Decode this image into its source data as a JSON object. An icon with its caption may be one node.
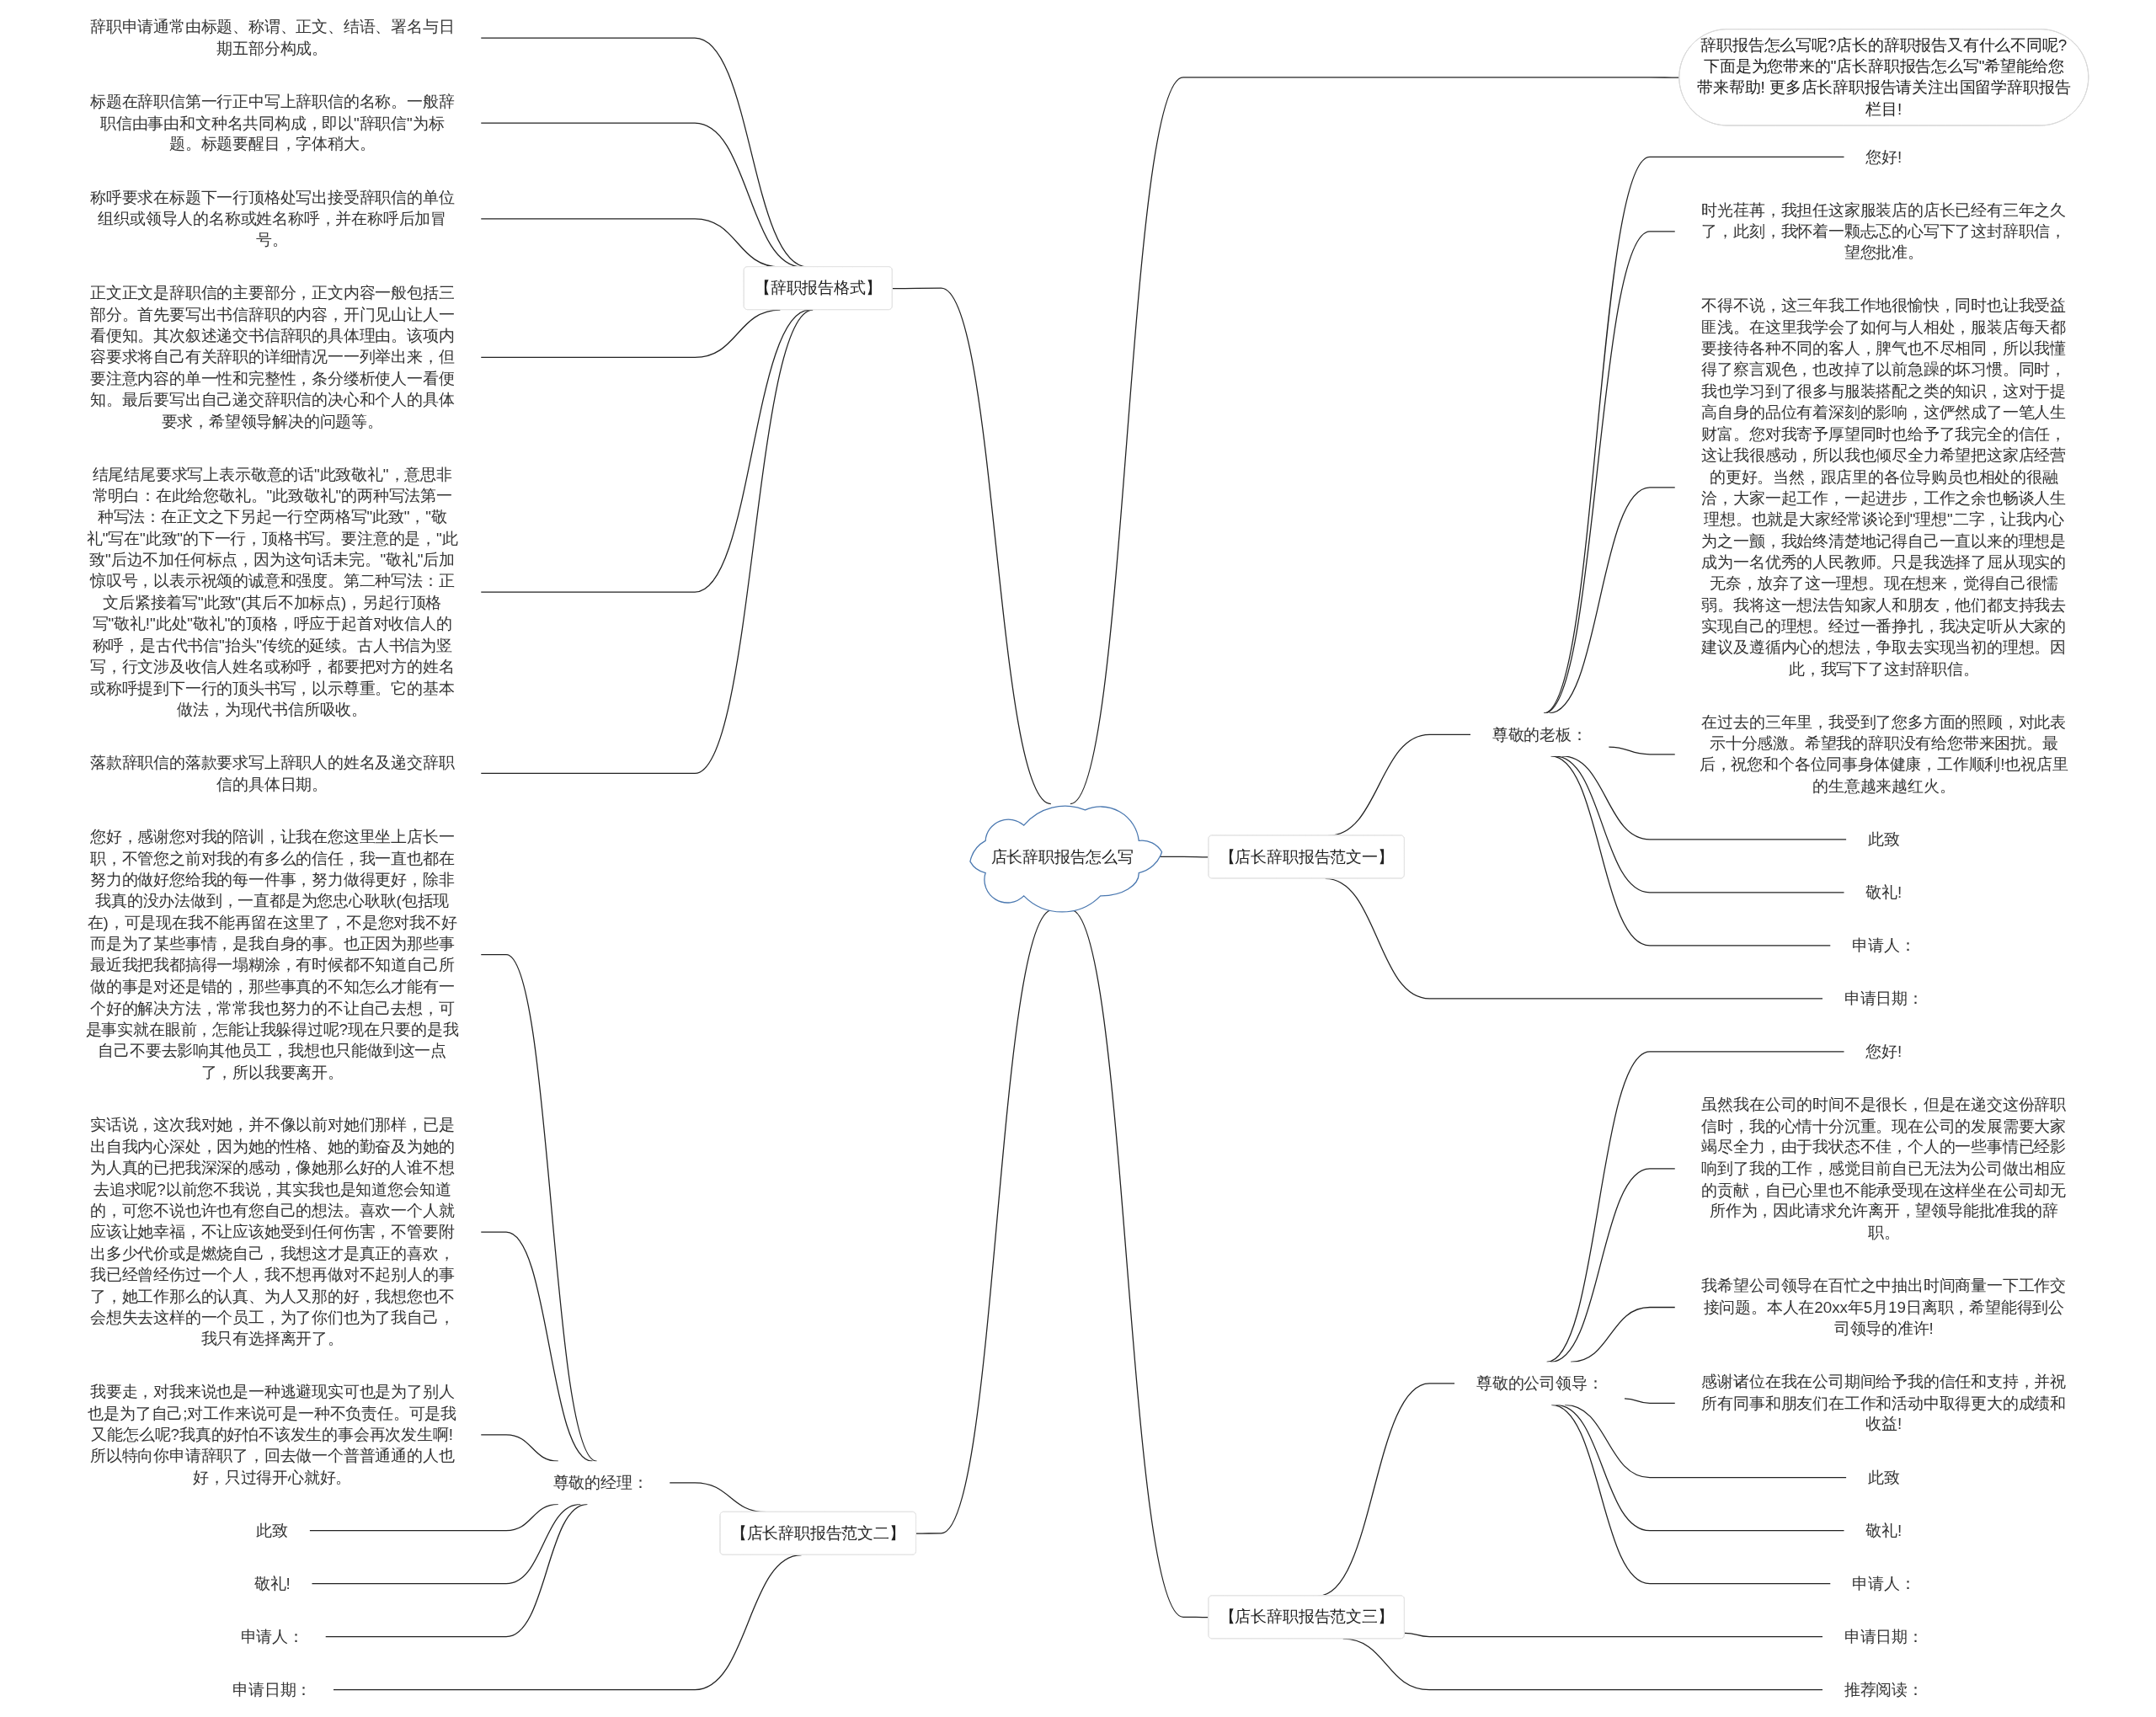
{
  "diagram": {
    "nodes": [
      {
        "text": [
          "店长辞职报告怎么写"
        ]
      },
      {
        "text": [
          "辞职报告怎么写呢?店长的辞职报告又有什么不同呢?下面是为您带来的\"店长辞职报告怎么写\"希望能给您带来帮助! 更多店长辞职报告请关注出国留学辞职报告栏目!"
        ]
      },
      {
        "text": [
          "【辞职报告格式】"
        ]
      },
      {
        "text": [
          "辞职申请通常由标题、称谓、正文、结语、署名与日期五部分构成。"
        ]
      },
      {
        "text": [
          "标题在辞职信第一行正中写上辞职信的名称。一般辞职信由事由和文种名共同构成，即以\"辞职信\"为标题。标题要醒目，字体稍大。"
        ]
      },
      {
        "text": [
          "称呼要求在标题下一行顶格处写出接受辞职信的单位组织或领导人的名称或姓名称呼，并在称呼后加冒号。"
        ]
      },
      {
        "text": [
          "正文正文是辞职信的主要部分，正文内容一般包括三部分。首先要写出书信辞职的内容，开门见山让人一看便知。其次叙述递交书信辞职的具体理由。该项内容要求将自己有关辞职的详细情况一一列举出来，但要注意内容的单一性和完整性，条分缕析使人一看便知。最后要写出自己递交辞职信的决心和个人的具体要求，希望领导解决的问题等。"
        ]
      },
      {
        "text": [
          "结尾结尾要求写上表示敬意的话\"此致敬礼\"，意思非常明白：在此给您敬礼。\"此致敬礼\"的两种写法第一种写法：在正文之下另起一行空两格写\"此致\"，\"敬礼\"写在\"此致\"的下一行，顶格书写。要注意的是，\"此致\"后边不加任何标点，因为这句话未完。\"敬礼\"后加惊叹号，以表示祝颂的诚意和强度。第二种写法：正文后紧接着写\"此致\"(其后不加标点)，另起行顶格写\"敬礼!\"此处\"敬礼\"的顶格，呼应于起首对收信人的称呼，是古代书信\"抬头\"传统的延续。古人书信为竖写，行文涉及收信人姓名或称呼，都要把对方的姓名或称呼提到下一行的顶头书写，以示尊重。它的基本做法，为现代书信所吸收。"
        ]
      },
      {
        "text": [
          "落款辞职信的落款要求写上辞职人的姓名及递交辞职信的具体日期。"
        ]
      },
      {
        "text": [
          "【店长辞职报告范文一】"
        ]
      },
      {
        "text": [
          "尊敬的老板："
        ]
      },
      {
        "text": [
          "您好!"
        ]
      },
      {
        "text": [
          "时光荏苒，我担任这家服装店的店长已经有三年之久了，此刻，我怀着一颗忐忑的心写下了这封辞职信，望您批准。"
        ]
      },
      {
        "text": [
          "不得不说，这三年我工作地很愉快，同时也让我受益匪浅。在这里我学会了如何与人相处，服装店每天都要接待各种不同的客人，脾气也不尽相同，所以我懂得了察言观色，也改掉了以前急躁的坏习惯。同时，我也学习到了很多与服装搭配之类的知识，这对于提高自身的品位有着深刻的影响，这俨然成了一笔人生财富。您对我寄予厚望同时也给予了我完全的信任，这让我很感动，所以我也倾尽全力希望把这家店经营的更好。当然，跟店里的各位导购员也相处的很融洽，大家一起工作，一起进步，工作之余也畅谈人生理想。也就是大家经常谈论到\"理想\"二字，让我内心为之一颤，我始终清楚地记得自己一直以来的理想是成为一名优秀的人民教师。只是我选择了屈从现实的无奈，放弃了这一理想。现在想来，觉得自己很懦弱。我将这一想法告知家人和朋友，他们都支持我去实现自己的理想。经过一番挣扎，我决定听从大家的建议及遵循内心的想法，争取去实现当初的理想。因此，我写下了这封辞职信。"
        ]
      },
      {
        "text": [
          "在过去的三年里，我受到了您多方面的照顾，对此表示十分感激。希望我的辞职没有给您带来困扰。最后，祝您和个各位同事身体健康，工作顺利!也祝店里的生意越来越红火。"
        ]
      },
      {
        "text": [
          "此致"
        ]
      },
      {
        "text": [
          "敬礼!"
        ]
      },
      {
        "text": [
          "申请人："
        ]
      },
      {
        "text": [
          "申请日期："
        ]
      },
      {
        "text": [
          "【店长辞职报告范文二】"
        ]
      },
      {
        "text": [
          "尊敬的经理："
        ]
      },
      {
        "text": [
          "您好，感谢您对我的陪训，让我在您这里坐上店长一职，不管您之前对我的有多么的信任，我一直也都在努力的做好您给我的每一件事，努力做得更好，除非我真的没办法做到，一直都是为您忠心耿耿(包括现在)，可是现在我不能再留在这里了，不是您对我不好而是为了某些事情，是我自身的事。也正因为那些事最近我把我都搞得一塌糊涂，有时候都不知道自己所做的事是对还是错的，那些事真的不知怎么才能有一个好的解决方法，常常我也努力的不让自己去想，可是事实就在眼前，怎能让我躲得过呢?现在只要的是我自己不要去影响其他员工，我想也只能做到这一点了，所以我要离开。"
        ]
      },
      {
        "text": [
          "实话说，这次我对她，并不像以前对她们那样，已是出自我内心深处，因为她的性格、她的勤奋及为她的为人真的已把我深深的感动，像她那么好的人谁不想去追求呢?以前您不我说，其实我也是知道您会知道的，可您不说也许也有您自己的想法。喜欢一个人就应该让她幸福，不让应该她受到任何伤害，不管要附出多少代价或是燃烧自己，我想这才是真正的喜欢，我已经曾经伤过一个人，我不想再做对不起别人的事了，她工作那么的认真、为人又那的好，我想您也不会想失去这样的一个员工，为了你们也为了我自己，我只有选择离开了。"
        ]
      },
      {
        "text": [
          "我要走，对我来说也是一种逃避现实可也是为了别人也是为了自己;对工作来说可是一种不负责任。可是我又能怎么呢?我真的好怕不该发生的事会再次发生啊!所以特向你申请辞职了，回去做一个普普通通的人也好，只过得开心就好。"
        ]
      },
      {
        "text": [
          "此致"
        ]
      },
      {
        "text": [
          "敬礼!"
        ]
      },
      {
        "text": [
          "申请人："
        ]
      },
      {
        "text": [
          "申请日期："
        ]
      },
      {
        "text": [
          "【店长辞职报告范文三】"
        ]
      },
      {
        "text": [
          "尊敬的公司领导："
        ]
      },
      {
        "text": [
          "您好!"
        ]
      },
      {
        "text": [
          "虽然我在公司的时间不是很长，但是在递交这份辞职信时，我的心情十分沉重。现在公司的发展需要大家竭尽全力，由于我状态不佳，个人的一些事情已经影响到了我的工作，感觉目前自已无法为公司做出相应的贡献，自已心里也不能承受现在这样坐在公司却无所作为，因此请求允许离开，望领导能批准我的辞职。"
        ]
      },
      {
        "text": [
          "我希望公司领导在百忙之中抽出时间商量一下工作交接问题。本人在20xx年5月19日离职，希望能得到公司领导的准许!"
        ]
      },
      {
        "text": [
          "感谢诸位在我在公司期间给予我的信任和支持，并祝所有同事和朋友们在工作和活动中取得更大的成绩和收益!"
        ]
      },
      {
        "text": [
          "此致"
        ]
      },
      {
        "text": [
          "敬礼!"
        ]
      },
      {
        "text": [
          "申请人："
        ]
      },
      {
        "text": [
          "申请日期："
        ]
      },
      {
        "text": [
          "推荐阅读："
        ]
      }
    ],
    "edges": [
      {
        "from": 0,
        "to": 1,
        "arrow": "none"
      },
      {
        "from": 0,
        "to": 2,
        "arrow": "none"
      },
      {
        "from": 2,
        "to": 3,
        "arrow": "none"
      },
      {
        "from": 2,
        "to": 4,
        "arrow": "none"
      },
      {
        "from": 2,
        "to": 5,
        "arrow": "none"
      },
      {
        "from": 2,
        "to": 6,
        "arrow": "none"
      },
      {
        "from": 2,
        "to": 7,
        "arrow": "none"
      },
      {
        "from": 2,
        "to": 8,
        "arrow": "none"
      },
      {
        "from": 0,
        "to": 9,
        "arrow": "none"
      },
      {
        "from": 9,
        "to": 10,
        "arrow": "none"
      },
      {
        "from": 10,
        "to": 11,
        "arrow": "none"
      },
      {
        "from": 10,
        "to": 12,
        "arrow": "none"
      },
      {
        "from": 10,
        "to": 13,
        "arrow": "none"
      },
      {
        "from": 10,
        "to": 14,
        "arrow": "none"
      },
      {
        "from": 10,
        "to": 15,
        "arrow": "none"
      },
      {
        "from": 10,
        "to": 16,
        "arrow": "none"
      },
      {
        "from": 10,
        "to": 17,
        "arrow": "none"
      },
      {
        "from": 9,
        "to": 18,
        "arrow": "none"
      },
      {
        "from": 0,
        "to": 19,
        "arrow": "none"
      },
      {
        "from": 19,
        "to": 20,
        "arrow": "none"
      },
      {
        "from": 20,
        "to": 21,
        "arrow": "none"
      },
      {
        "from": 20,
        "to": 22,
        "arrow": "none"
      },
      {
        "from": 20,
        "to": 23,
        "arrow": "none"
      },
      {
        "from": 20,
        "to": 24,
        "arrow": "none"
      },
      {
        "from": 20,
        "to": 25,
        "arrow": "none"
      },
      {
        "from": 20,
        "to": 26,
        "arrow": "none"
      },
      {
        "from": 19,
        "to": 27,
        "arrow": "none"
      },
      {
        "from": 0,
        "to": 28,
        "arrow": "none"
      },
      {
        "from": 28,
        "to": 29,
        "arrow": "none"
      },
      {
        "from": 29,
        "to": 30,
        "arrow": "none"
      },
      {
        "from": 29,
        "to": 31,
        "arrow": "none"
      },
      {
        "from": 29,
        "to": 32,
        "arrow": "none"
      },
      {
        "from": 29,
        "to": 33,
        "arrow": "none"
      },
      {
        "from": 29,
        "to": 34,
        "arrow": "none"
      },
      {
        "from": 29,
        "to": 35,
        "arrow": "none"
      },
      {
        "from": 29,
        "to": 36,
        "arrow": "none"
      },
      {
        "from": 28,
        "to": 37,
        "arrow": "none"
      },
      {
        "from": 28,
        "to": 38,
        "arrow": "none"
      }
    ]
  }
}
